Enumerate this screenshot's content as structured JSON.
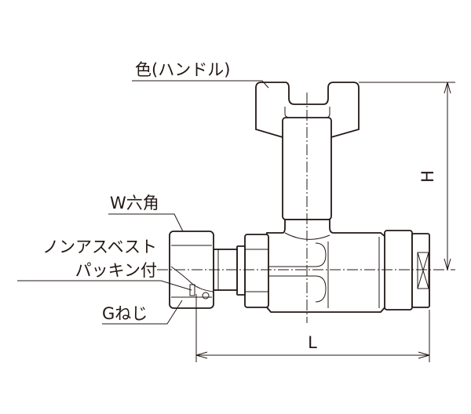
{
  "labels": {
    "handle_color": "色(ハンドル)",
    "w_hex": "W六角",
    "packing_line1": "ノンアスベスト",
    "packing_line2": "パッキン付",
    "g_thread": "Gねじ",
    "dim_h": "H",
    "dim_l": "L"
  }
}
